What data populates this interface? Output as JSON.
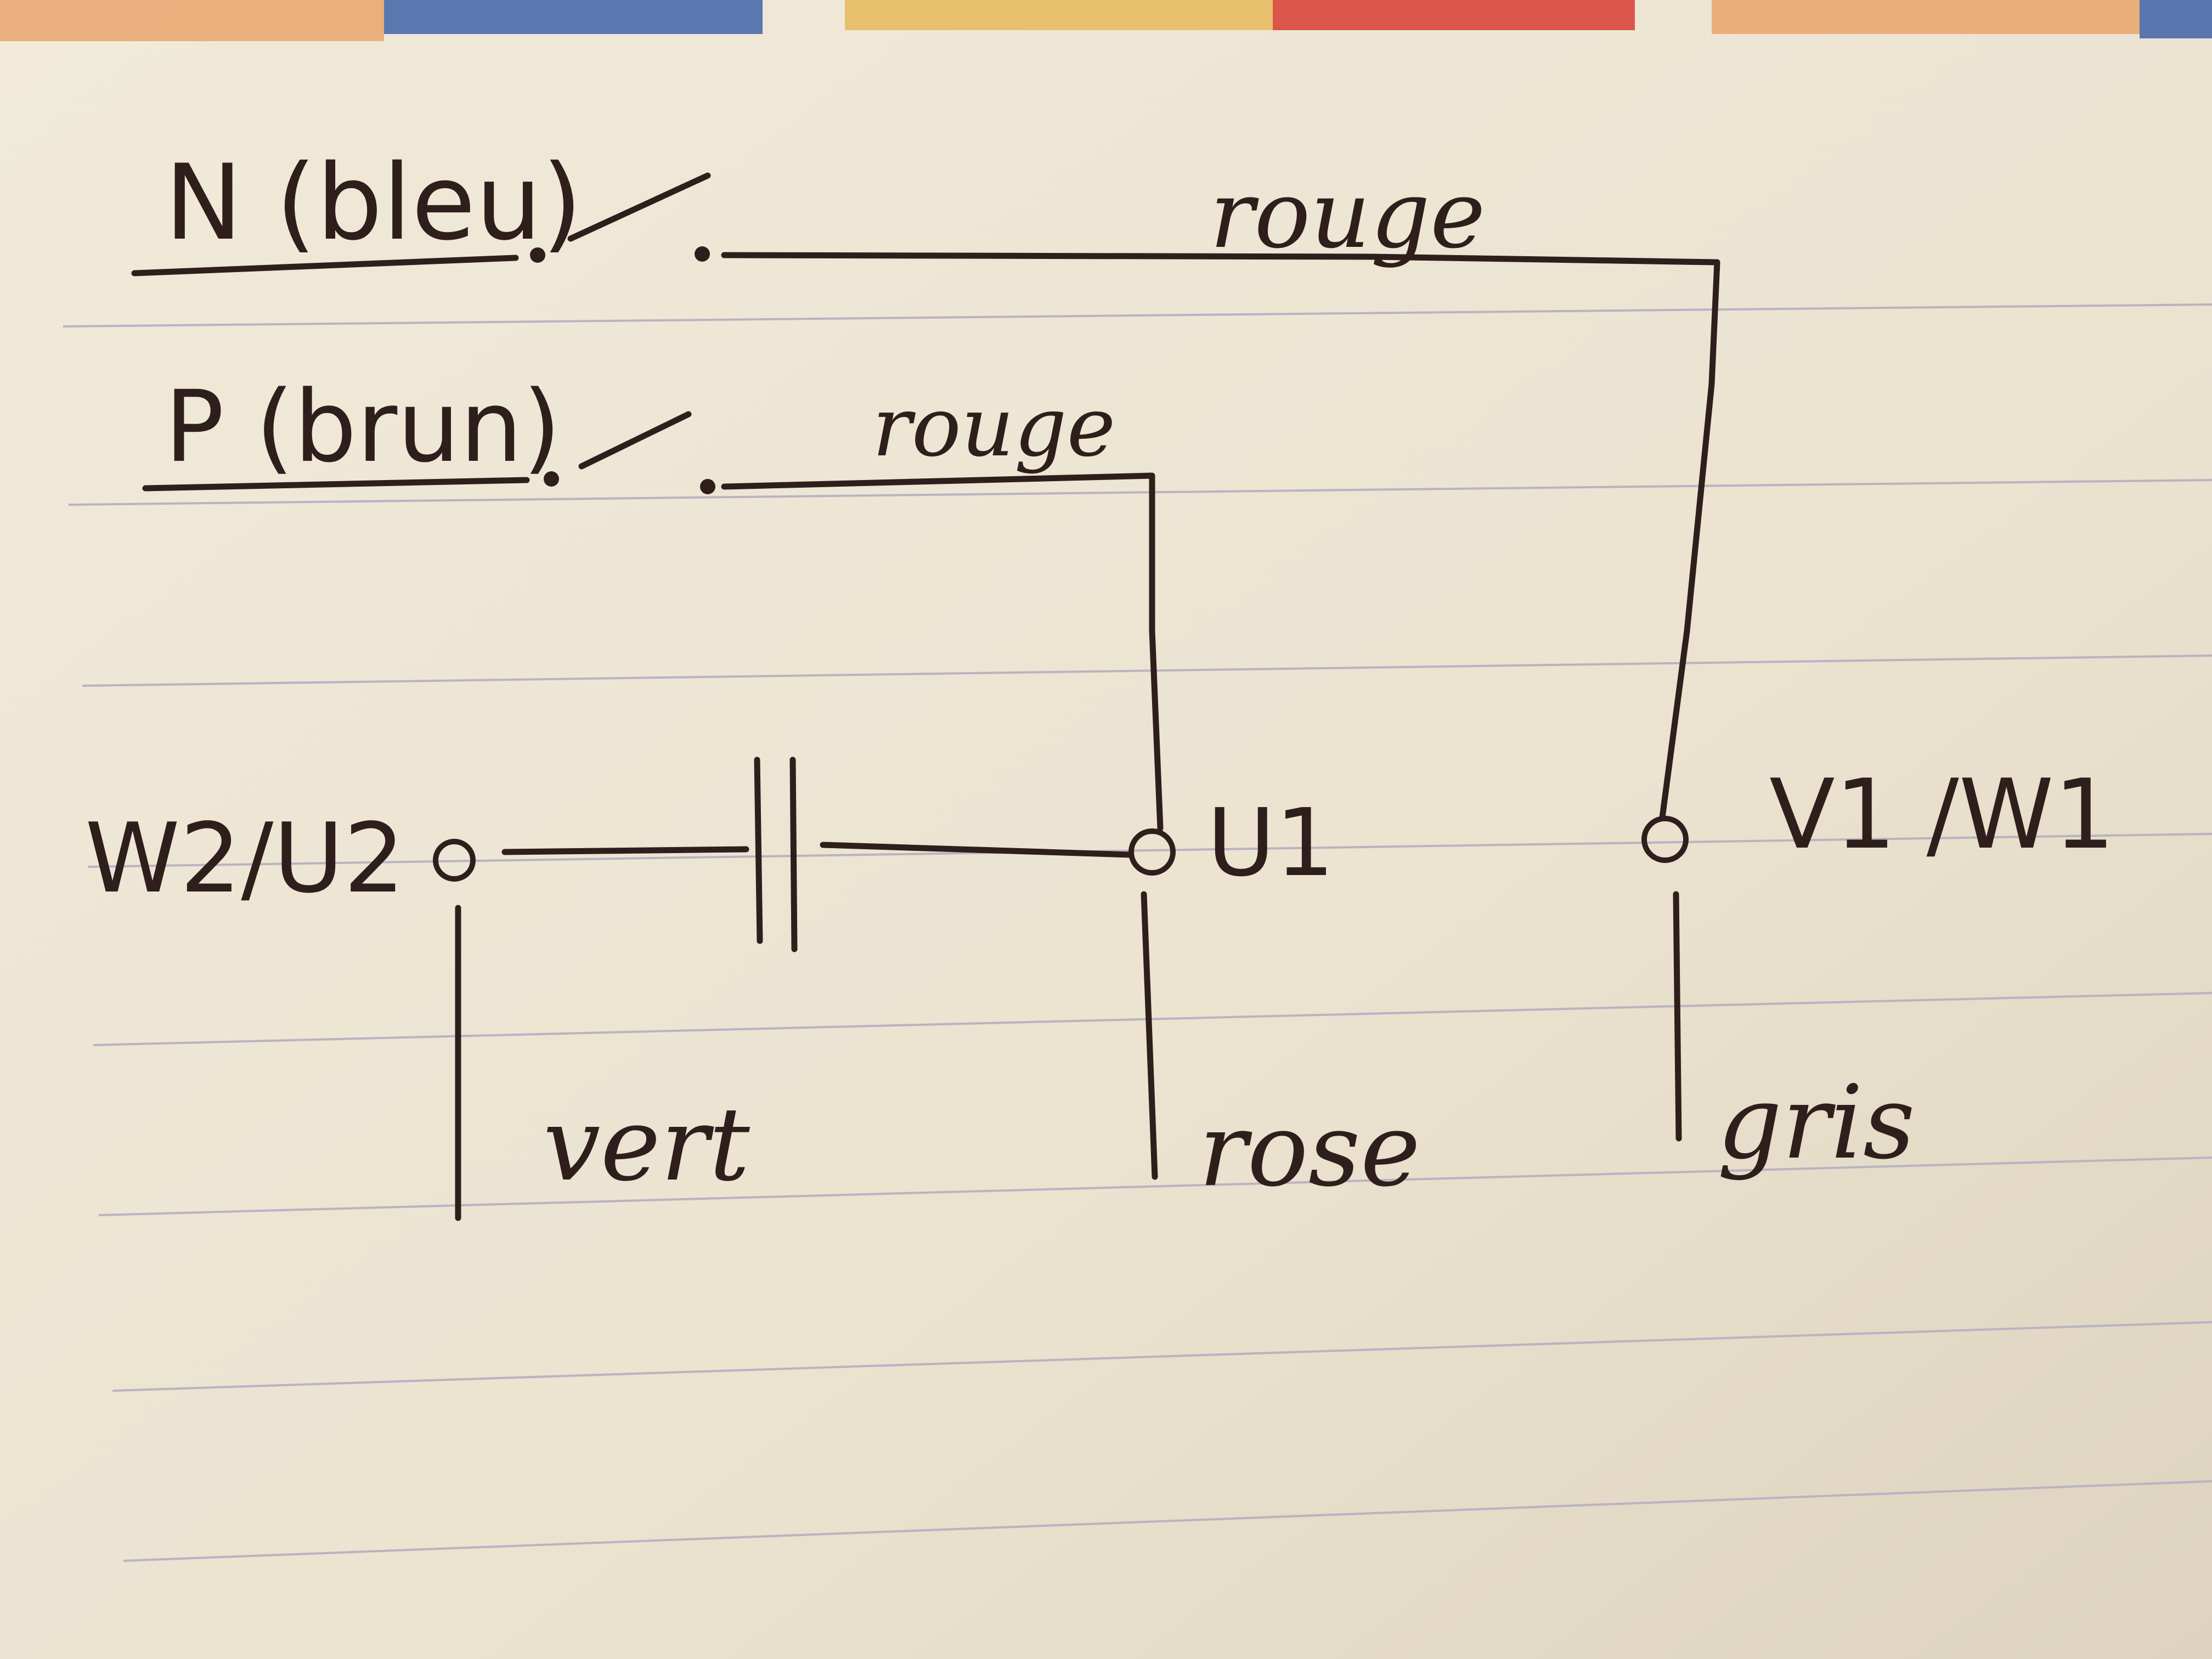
{
  "colors": {
    "paper": "#ece4d2",
    "ink": "#2e1f1c",
    "ruling": "#b9b3c2",
    "edge_orange": "#e8a067",
    "edge_blue": "#3f63a8",
    "edge_red": "#d8453c",
    "edge_yellow": "#e6b85a"
  },
  "diagram": {
    "line_n": "N (bleu)",
    "line_p": "P (brun)",
    "wire_n_switch": "rouge",
    "wire_p_switch": "rouge",
    "terminal_left": "W2/U2",
    "terminal_middle": "U1",
    "terminal_right": "V1 /W1",
    "wire_left": "vert",
    "wire_middle": "rose",
    "wire_right": "gris"
  }
}
